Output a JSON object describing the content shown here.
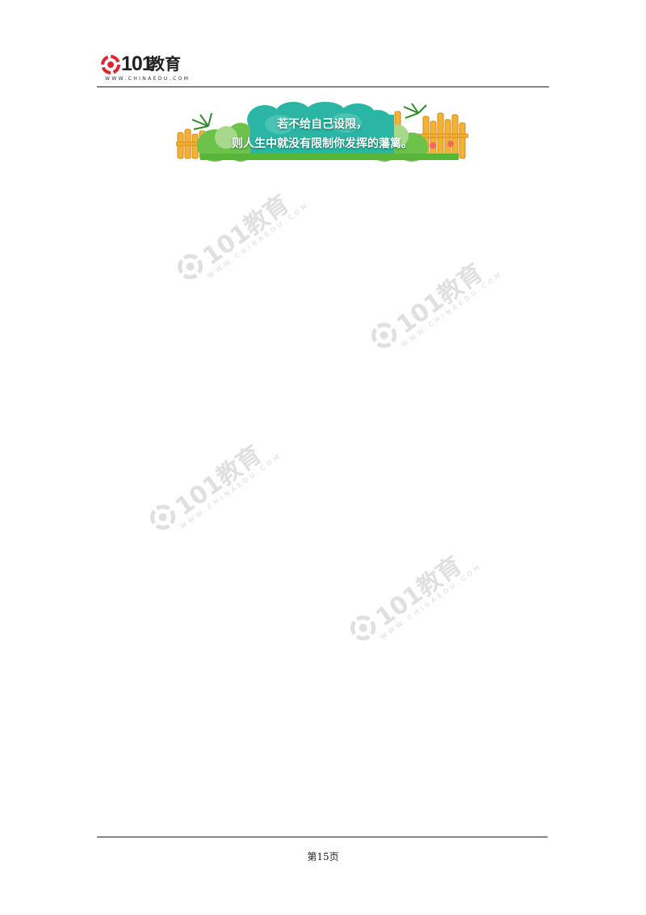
{
  "header": {
    "logo": {
      "digits": "101",
      "brand_cn": "教育",
      "url": "WWW.CHINAEDU.COM"
    }
  },
  "banner": {
    "line1": "若不给自己设限，",
    "line2": "则人生中就没有限制你发挥的藩篱。"
  },
  "watermarks": [
    {
      "text_cn": "101教育",
      "url": "WWW.CHINAEDU.COM"
    },
    {
      "text_cn": "101教育",
      "url": "WWW.CHINAEDU.COM"
    },
    {
      "text_cn": "101教育",
      "url": "WWW.CHINAEDU.COM"
    },
    {
      "text_cn": "101教育",
      "url": "WWW.CHINAEDU.COM"
    }
  ],
  "footer": {
    "page_label": "第15页"
  },
  "colors": {
    "logo_red": "#d9282f",
    "rule": "#222222",
    "banner_teal": "#2bb5a4",
    "banner_green": "#6cc24a",
    "fence_orange": "#f2b233",
    "watermark_gray": "#c8c8c8"
  }
}
